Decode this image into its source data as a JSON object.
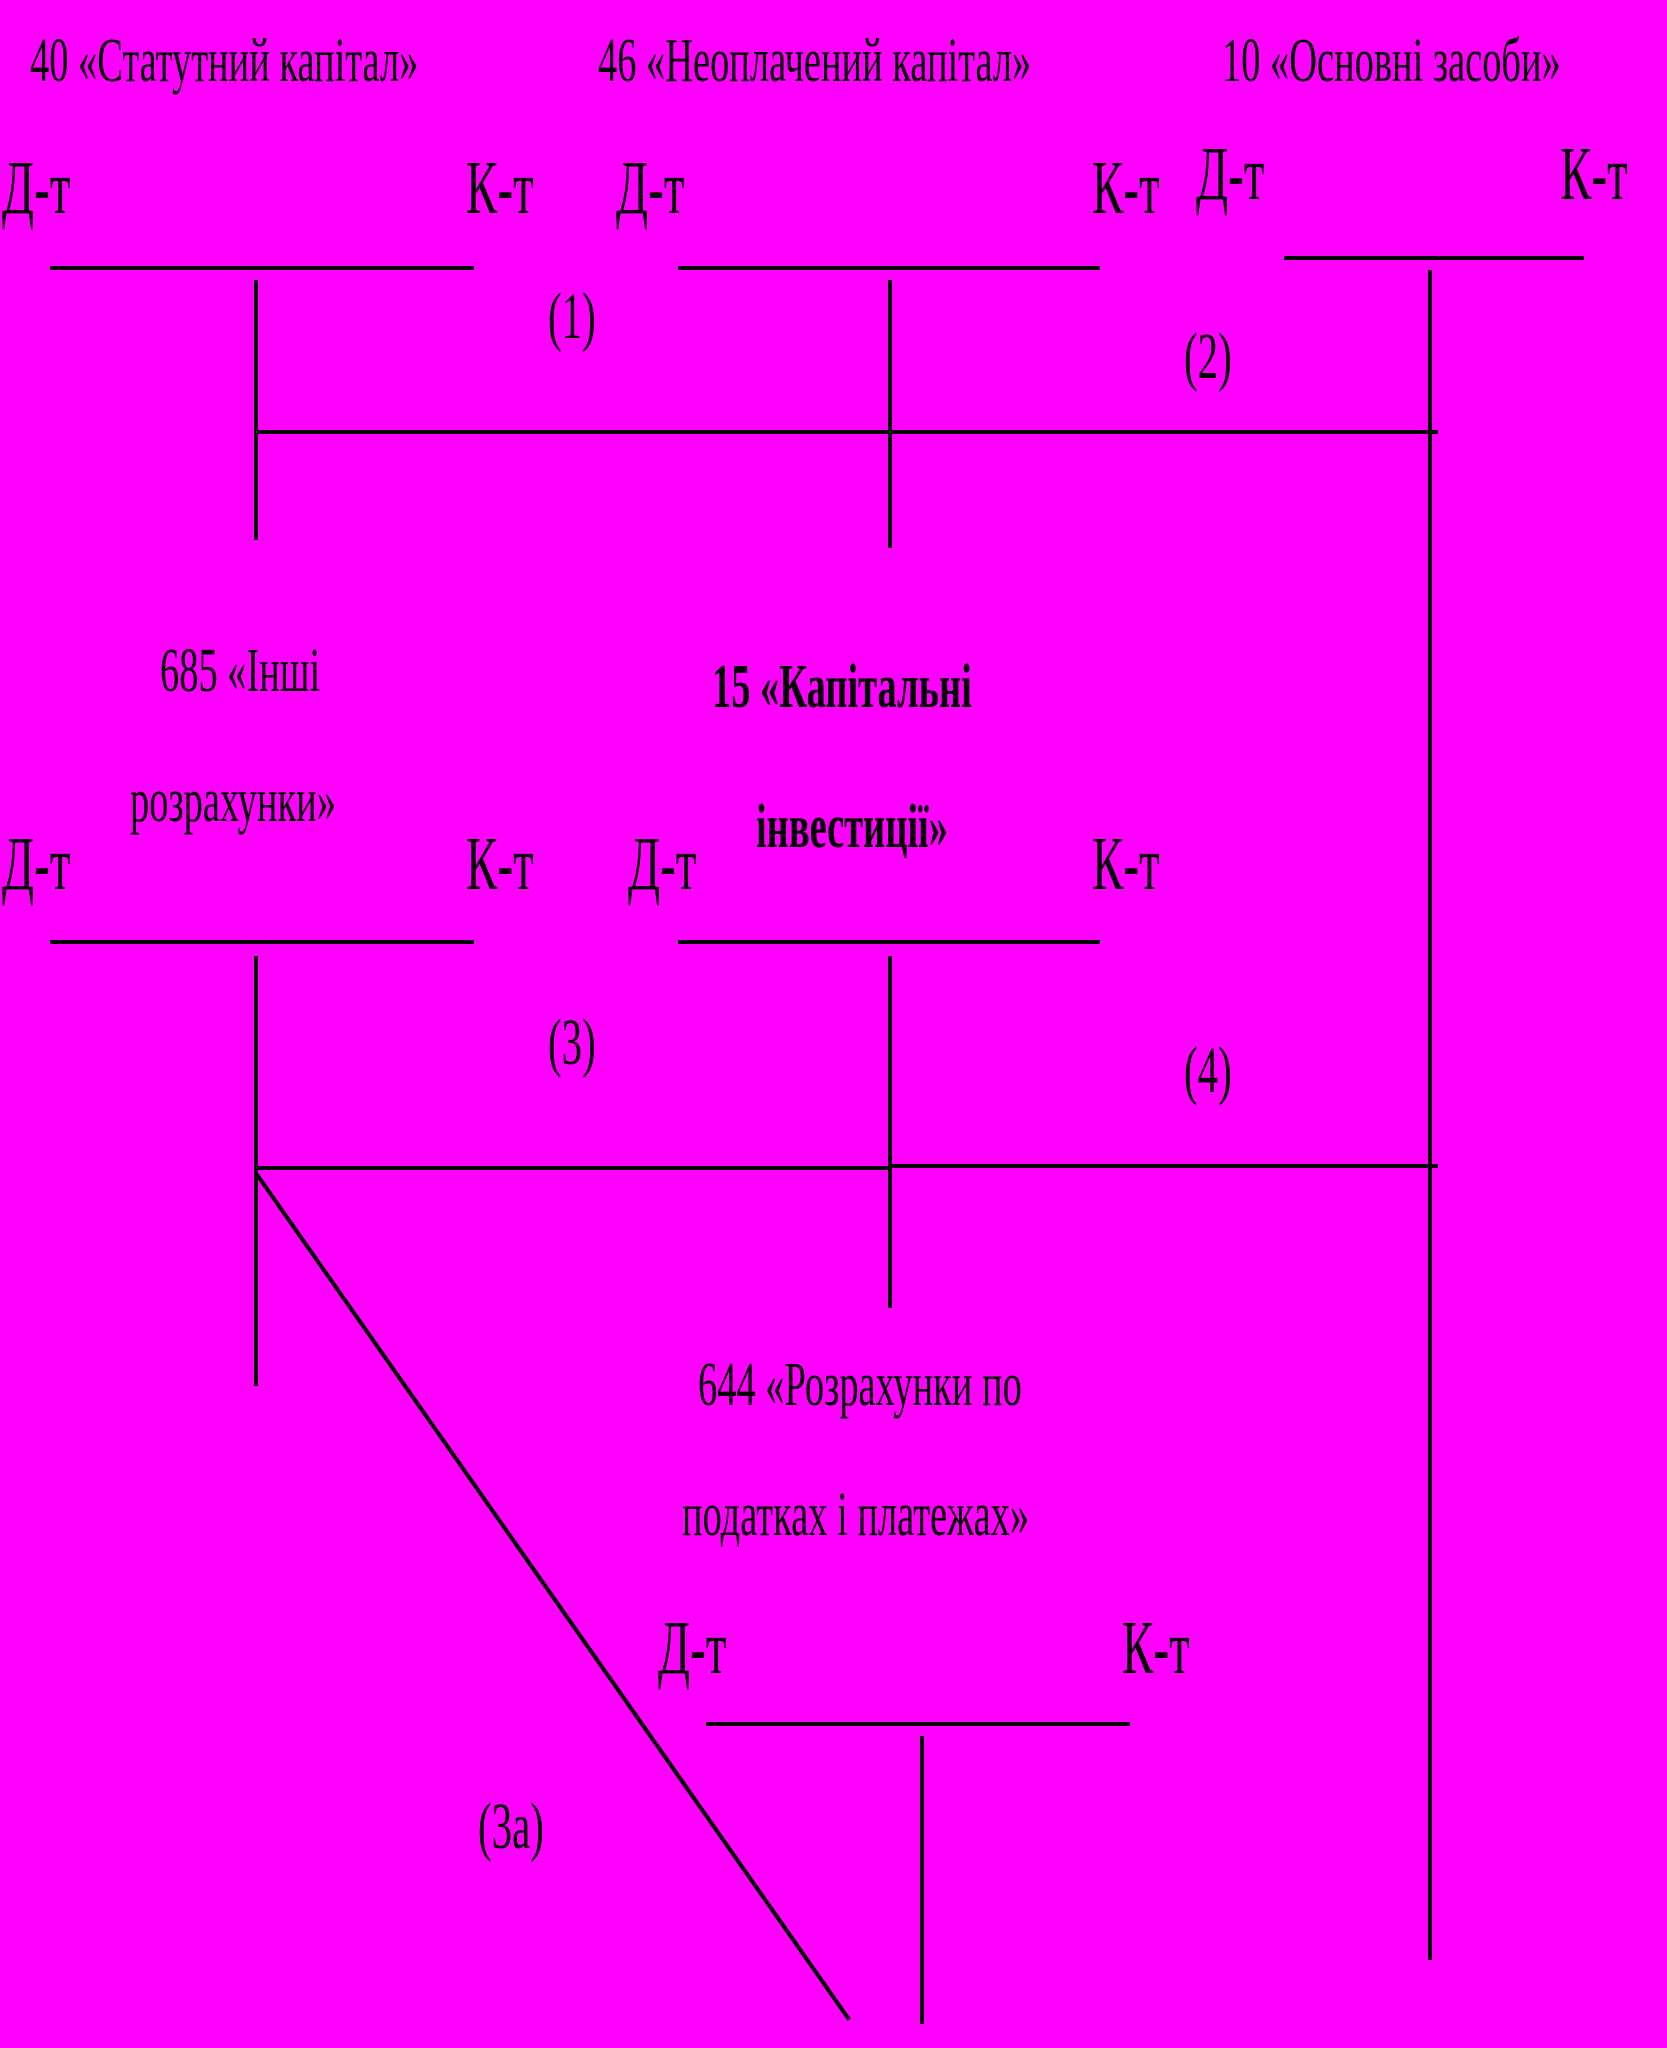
{
  "colors": {
    "background": "#FF00FF",
    "ink": "#000000"
  },
  "side_labels": {
    "debit": "Д-т",
    "credit": "К-т"
  },
  "accounts": {
    "a40": {
      "title": "40 «Статутний капітал»"
    },
    "a46": {
      "title": "46 «Неоплачений капітал»"
    },
    "a10": {
      "title": "10 «Основні засоби»"
    },
    "a685": {
      "title_line1": "685 «Інші",
      "title_line2": "розрахунки»"
    },
    "a15": {
      "title_line1": "15 «Капітальні",
      "title_line2": "інвестиції»"
    },
    "a644": {
      "title_line1": "644 «Розрахунки по",
      "title_line2": "податках і платежах»"
    }
  },
  "operations": {
    "op1": "(1)",
    "op2": "(2)",
    "op3": "(3)",
    "op4": "(4)",
    "op3a": "(3а)"
  }
}
